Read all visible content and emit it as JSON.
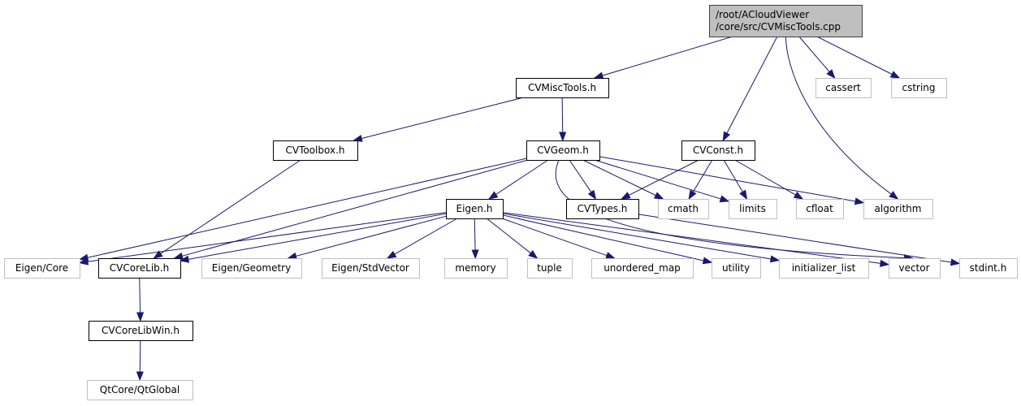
{
  "diagram": {
    "type": "include-dependency-graph",
    "colors": {
      "edge": "#191970",
      "root_fill": "#bfbfbf",
      "root_border": "#404040",
      "local_border": "#000000",
      "system_border": "#bfbfbf"
    },
    "nodes": [
      {
        "id": "root",
        "kind": "root",
        "lines": [
          "/root/ACloudViewer",
          "/core/src/CVMiscTools.cpp"
        ]
      },
      {
        "id": "cvmisctools_h",
        "kind": "local",
        "lines": [
          "CVMiscTools.h"
        ]
      },
      {
        "id": "cassert",
        "kind": "system",
        "lines": [
          "cassert"
        ]
      },
      {
        "id": "cstring",
        "kind": "system",
        "lines": [
          "cstring"
        ]
      },
      {
        "id": "cvtoolbox_h",
        "kind": "local",
        "lines": [
          "CVToolbox.h"
        ]
      },
      {
        "id": "cvgeom_h",
        "kind": "local",
        "lines": [
          "CVGeom.h"
        ]
      },
      {
        "id": "cvconst_h",
        "kind": "local",
        "lines": [
          "CVConst.h"
        ]
      },
      {
        "id": "eigen_h",
        "kind": "local",
        "lines": [
          "Eigen.h"
        ]
      },
      {
        "id": "cvtypes_h",
        "kind": "local",
        "lines": [
          "CVTypes.h"
        ]
      },
      {
        "id": "cmath",
        "kind": "system",
        "lines": [
          "cmath"
        ]
      },
      {
        "id": "limits",
        "kind": "system",
        "lines": [
          "limits"
        ]
      },
      {
        "id": "cfloat",
        "kind": "system",
        "lines": [
          "cfloat"
        ]
      },
      {
        "id": "algorithm",
        "kind": "system",
        "lines": [
          "algorithm"
        ]
      },
      {
        "id": "eigen_core",
        "kind": "system",
        "lines": [
          "Eigen/Core"
        ]
      },
      {
        "id": "cvcorelib_h",
        "kind": "local",
        "lines": [
          "CVCoreLib.h"
        ]
      },
      {
        "id": "eigen_geometry",
        "kind": "system",
        "lines": [
          "Eigen/Geometry"
        ]
      },
      {
        "id": "eigen_stdvector",
        "kind": "system",
        "lines": [
          "Eigen/StdVector"
        ]
      },
      {
        "id": "memory",
        "kind": "system",
        "lines": [
          "memory"
        ]
      },
      {
        "id": "tuple",
        "kind": "system",
        "lines": [
          "tuple"
        ]
      },
      {
        "id": "unordered_map",
        "kind": "system",
        "lines": [
          "unordered_map"
        ]
      },
      {
        "id": "utility",
        "kind": "system",
        "lines": [
          "utility"
        ]
      },
      {
        "id": "initializer_list",
        "kind": "system",
        "lines": [
          "initializer_list"
        ]
      },
      {
        "id": "vector",
        "kind": "system",
        "lines": [
          "vector"
        ]
      },
      {
        "id": "stdint_h",
        "kind": "system",
        "lines": [
          "stdint.h"
        ]
      },
      {
        "id": "cvcorelibwin_h",
        "kind": "local",
        "lines": [
          "CVCoreLibWin.h"
        ]
      },
      {
        "id": "qtglobal",
        "kind": "system",
        "lines": [
          "QtCore/QtGlobal"
        ]
      }
    ],
    "edges": [
      {
        "from": "root",
        "to": "cvmisctools_h"
      },
      {
        "from": "root",
        "to": "cvconst_h"
      },
      {
        "from": "root",
        "to": "algorithm"
      },
      {
        "from": "root",
        "to": "cassert"
      },
      {
        "from": "root",
        "to": "cstring"
      },
      {
        "from": "cvmisctools_h",
        "to": "cvtoolbox_h"
      },
      {
        "from": "cvmisctools_h",
        "to": "cvgeom_h"
      },
      {
        "from": "cvtoolbox_h",
        "to": "cvcorelib_h"
      },
      {
        "from": "cvgeom_h",
        "to": "eigen_core"
      },
      {
        "from": "cvgeom_h",
        "to": "cvcorelib_h"
      },
      {
        "from": "cvgeom_h",
        "to": "eigen_h"
      },
      {
        "from": "cvgeom_h",
        "to": "vector"
      },
      {
        "from": "cvgeom_h",
        "to": "cvtypes_h"
      },
      {
        "from": "cvgeom_h",
        "to": "cmath"
      },
      {
        "from": "cvgeom_h",
        "to": "limits"
      },
      {
        "from": "cvgeom_h",
        "to": "algorithm"
      },
      {
        "from": "cvconst_h",
        "to": "cvtypes_h"
      },
      {
        "from": "cvconst_h",
        "to": "cmath"
      },
      {
        "from": "cvconst_h",
        "to": "limits"
      },
      {
        "from": "cvconst_h",
        "to": "cfloat"
      },
      {
        "from": "eigen_h",
        "to": "eigen_core"
      },
      {
        "from": "eigen_h",
        "to": "cvcorelib_h"
      },
      {
        "from": "eigen_h",
        "to": "eigen_geometry"
      },
      {
        "from": "eigen_h",
        "to": "eigen_stdvector"
      },
      {
        "from": "eigen_h",
        "to": "memory"
      },
      {
        "from": "eigen_h",
        "to": "tuple"
      },
      {
        "from": "eigen_h",
        "to": "unordered_map"
      },
      {
        "from": "eigen_h",
        "to": "utility"
      },
      {
        "from": "eigen_h",
        "to": "initializer_list"
      },
      {
        "from": "eigen_h",
        "to": "vector"
      },
      {
        "from": "cvtypes_h",
        "to": "stdint_h"
      },
      {
        "from": "cvcorelib_h",
        "to": "cvcorelibwin_h"
      },
      {
        "from": "cvcorelibwin_h",
        "to": "qtglobal"
      }
    ]
  }
}
